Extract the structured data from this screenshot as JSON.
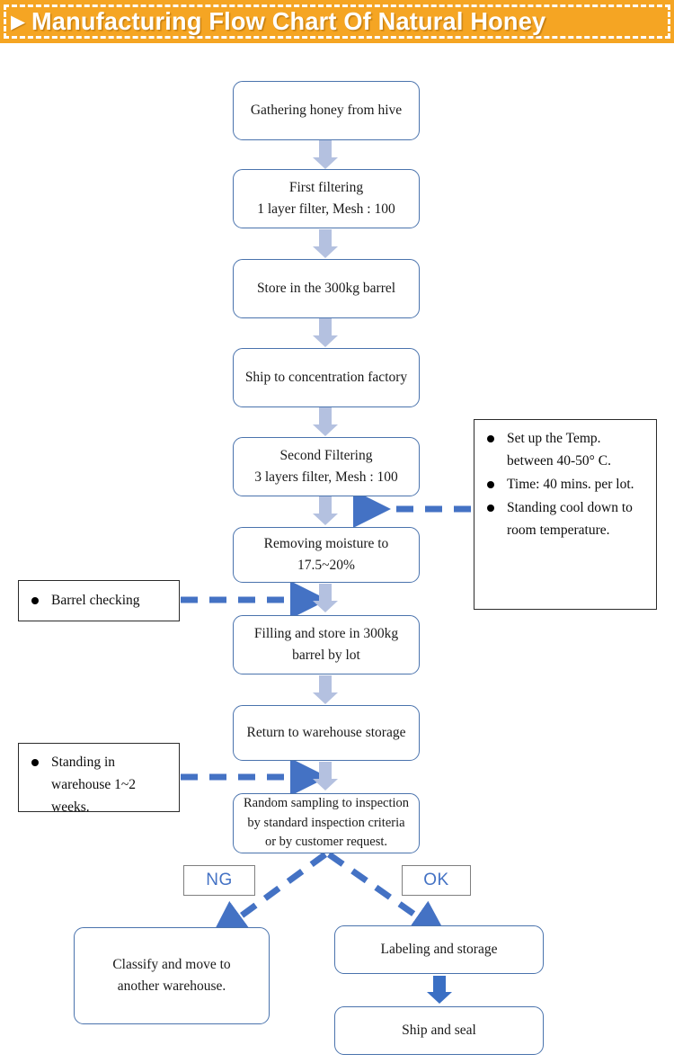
{
  "header": {
    "title": "Manufacturing Flow Chart Of Natural Honey",
    "arrow_glyph": "▶",
    "background_color": "#f5a523",
    "text_color": "#ffffff"
  },
  "colors": {
    "node_border": "#4a73ad",
    "connector_arrow": "#b4c1e0",
    "dashed_arrow": "#4472c4",
    "final_arrow": "#3a6fc4",
    "note_border": "#2b2b2b",
    "tag_border": "#7f7f7f",
    "tag_text": "#4472c4"
  },
  "flow": {
    "nodes": [
      {
        "id": "gathering",
        "lines": [
          "Gathering honey from hive"
        ]
      },
      {
        "id": "first-filter",
        "lines": [
          "First filtering",
          "1 layer filter, Mesh : 100"
        ]
      },
      {
        "id": "store-barrel",
        "lines": [
          "Store in the 300kg barrel"
        ]
      },
      {
        "id": "ship-factory",
        "lines": [
          "Ship to concentration factory"
        ]
      },
      {
        "id": "second-filter",
        "lines": [
          "Second Filtering",
          "3 layers filter, Mesh : 100"
        ]
      },
      {
        "id": "removing-moisture",
        "lines": [
          "Removing moisture to",
          "17.5~20%"
        ]
      },
      {
        "id": "filling-store",
        "lines": [
          "Filling and store in 300kg",
          "barrel by lot"
        ]
      },
      {
        "id": "return-warehouse",
        "lines": [
          "Return to warehouse storage"
        ]
      },
      {
        "id": "random-sampling",
        "lines": [
          "Random sampling to inspection",
          "by standard inspection criteria",
          "or by customer request."
        ]
      },
      {
        "id": "classify-move",
        "lines": [
          "Classify and move to",
          "another warehouse."
        ]
      },
      {
        "id": "labeling-storage",
        "lines": [
          "Labeling and storage"
        ]
      },
      {
        "id": "ship-seal",
        "lines": [
          "Ship and seal"
        ]
      }
    ]
  },
  "notes": {
    "temperature": {
      "bullets": [
        "Set up the Temp. between 40-50° C.",
        "Time: 40 mins. per lot.",
        "Standing cool down to room temperature."
      ]
    },
    "barrel": {
      "bullets": [
        "Barrel checking"
      ]
    },
    "warehouse": {
      "bullets": [
        "Standing in warehouse 1~2 weeks."
      ]
    }
  },
  "decision": {
    "fail_label": "NG",
    "pass_label": "OK"
  }
}
